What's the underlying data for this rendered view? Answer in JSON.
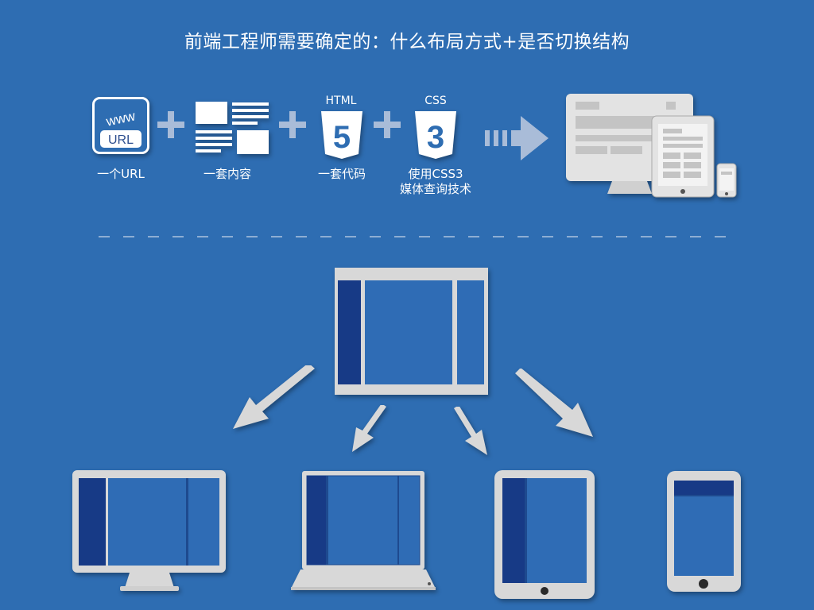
{
  "title": "前端工程师需要确定的：什么布局方式+是否切换结构",
  "top_row": {
    "url_icon_text": "www",
    "url_badge_text": "URL",
    "url_caption": "一个URL",
    "content_caption": "一套内容",
    "html_label": "HTML",
    "html_badge_number": "5",
    "html_caption": "一套代码",
    "css_label": "CSS",
    "css_badge_number": "3",
    "css_caption_line1": "使用CSS3",
    "css_caption_line2": "媒体查询技术",
    "plus_sign": "+"
  },
  "colors": {
    "background": "#2e6db2",
    "device_gray": "#d8d8d8",
    "sidebar_dark": "#173a86",
    "screen_blue": "#2f6cb5"
  }
}
